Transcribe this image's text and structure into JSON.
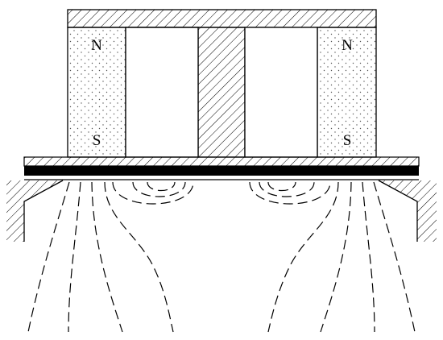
{
  "diagram": {
    "labels": {
      "left_top": "N",
      "left_bottom": "S",
      "right_top": "N",
      "right_bottom": "S"
    },
    "colors": {
      "stroke": "#000000",
      "background": "#ffffff",
      "stipple": "#555555"
    }
  }
}
